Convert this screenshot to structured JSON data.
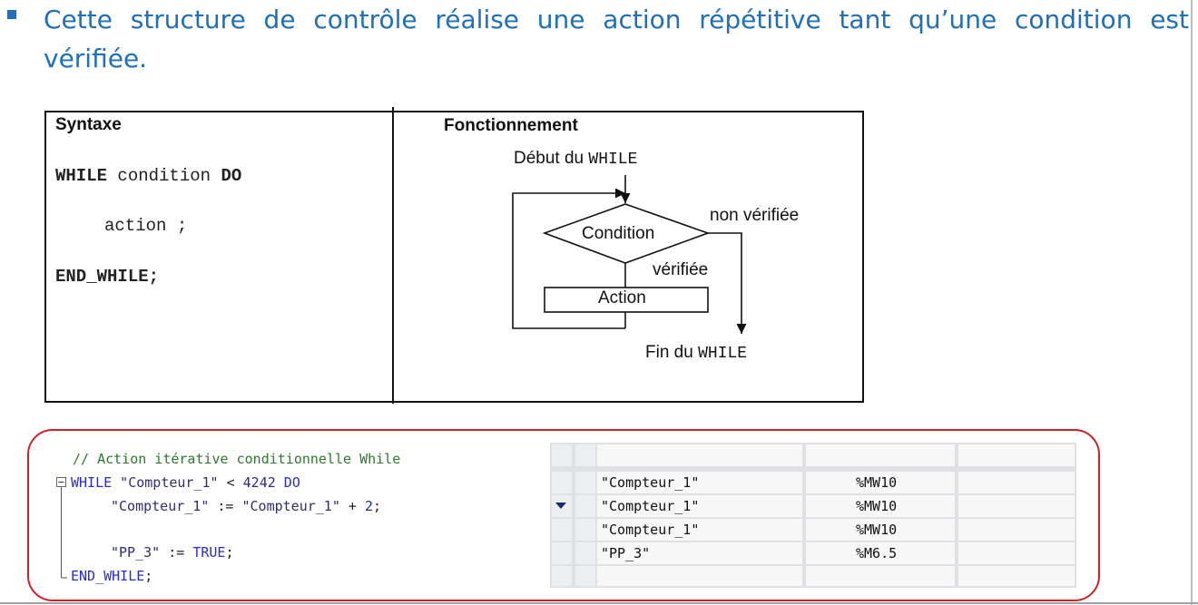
{
  "slide": {
    "heading": "Cette structure de contrôle réalise une action répétitive tant qu’une condition est vérifiée."
  },
  "syntax": {
    "title": "Syntaxe",
    "kw_while": "WHILE",
    "condition": " condition ",
    "kw_do": "DO",
    "action": "action ;",
    "end": "END_WHILE;"
  },
  "flowchart": {
    "title": "Fonctionnement",
    "start_label": "Début du",
    "start_kw": "WHILE",
    "condition": "Condition",
    "false_label": "non vérifiée",
    "true_label": "vérifiée",
    "action": "Action",
    "end_label": "Fin du",
    "end_kw": "WHILE"
  },
  "scl_code": {
    "comment": "// Action itérative conditionnelle While",
    "l1_kw": "WHILE",
    "l1_var": " \"Compteur_1\"",
    "l1_op": " < ",
    "l1_num": "4242",
    "l1_do": " DO",
    "l2_var1": "\"Compteur_1\"",
    "l2_op": " := ",
    "l2_var2": "\"Compteur_1\"",
    "l2_plus": " + ",
    "l2_num": "2",
    "l2_end": ";",
    "l4_var": "\"PP_3\"",
    "l4_op": " := ",
    "l4_val": "TRUE",
    "l4_end": ";",
    "end": "END_WHILE",
    "end_semi": ";"
  },
  "watch_table": {
    "rows": [
      {
        "name": "\"Compteur_1\"",
        "address": "%MW10"
      },
      {
        "name": "\"Compteur_1\"",
        "address": "%MW10"
      },
      {
        "name": "\"Compteur_1\"",
        "address": "%MW10"
      },
      {
        "name": "\"PP_3\"",
        "address": "%M6.5"
      }
    ]
  },
  "colors": {
    "heading": "#1f6fb9",
    "frame": "#cf2226",
    "keyword": "#2b2bd4",
    "comment": "#2c7a2c"
  }
}
